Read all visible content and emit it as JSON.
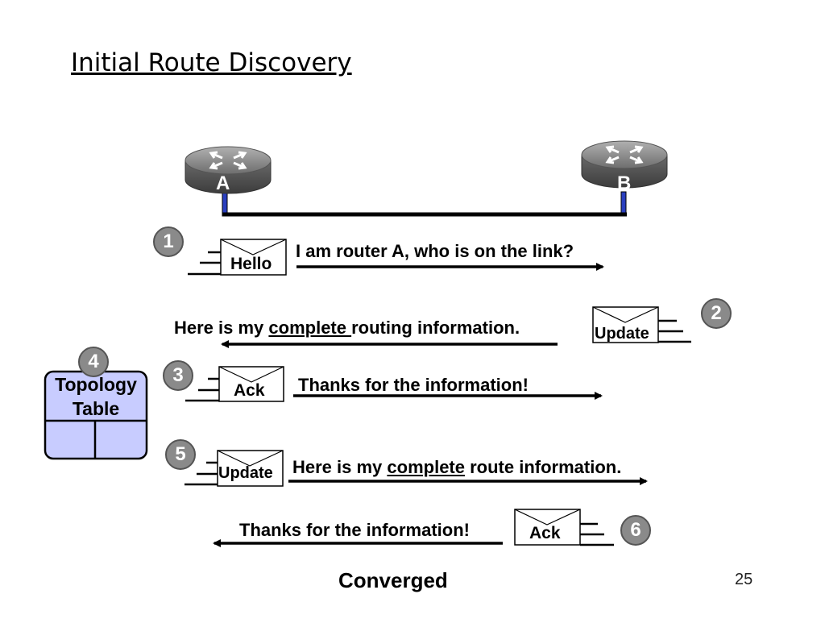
{
  "title": "Initial Route Discovery",
  "routers": {
    "a_label": "A",
    "b_label": "B"
  },
  "steps": [
    {
      "number": "1",
      "envelope": "Hello",
      "message": "I am router A, who is on the link?"
    },
    {
      "number": "2",
      "envelope": "Update",
      "message_before": "Here is my ",
      "message_underlined": "complete ",
      "message_after": "routing information."
    },
    {
      "number": "3",
      "envelope": "Ack",
      "message": "Thanks for the information!"
    },
    {
      "number": "4",
      "label_line1": "Topology",
      "label_line2": "Table"
    },
    {
      "number": "5",
      "envelope": "Update",
      "message_before": "Here is my ",
      "message_underlined": "complete",
      "message_after": " route information."
    },
    {
      "number": "6",
      "envelope": "Ack",
      "message": "Thanks for the information!"
    }
  ],
  "footer": {
    "status": "Converged",
    "page_number": "25"
  },
  "colors": {
    "router_body": "#7a7a7a",
    "link_blue": "#2a3fbf",
    "topology_fill": "#c8ccff",
    "badge": "#8a8a8a"
  }
}
